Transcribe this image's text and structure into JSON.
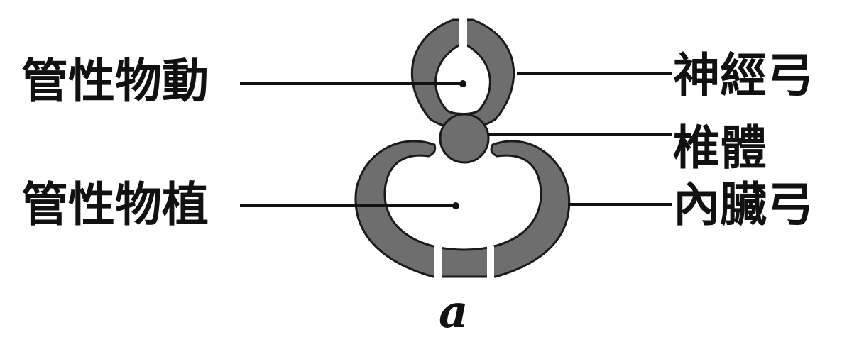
{
  "labels": {
    "animal_side": "管性物動",
    "plant_side": "管性物植",
    "neural_arch": "神經弓",
    "centrum": "椎體",
    "visceral_arch": "內臟弓"
  },
  "caption": "a",
  "colors": {
    "fill": "#6e6e6e",
    "stroke": "#1a1a1a",
    "line": "#111111",
    "background": "#ffffff"
  }
}
